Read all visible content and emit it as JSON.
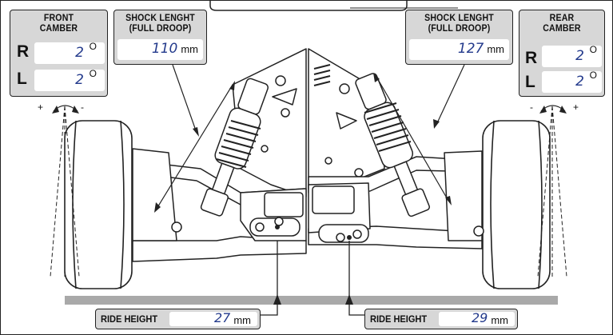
{
  "front": {
    "camber_title_1": "FRONT",
    "camber_title_2": "CAMBER",
    "camber_r": "2",
    "camber_l": "2",
    "shock_title_1": "SHOCK LENGHT",
    "shock_title_2": "(FULL DROOP)",
    "shock_length": "110",
    "ride_height_label": "RIDE HEIGHT",
    "ride_height": "27"
  },
  "rear": {
    "camber_title_1": "REAR",
    "camber_title_2": "CAMBER",
    "camber_r": "2",
    "camber_l": "2",
    "shock_title_1": "SHOCK LENGHT",
    "shock_title_2": "(FULL DROOP)",
    "shock_length": "127",
    "ride_height_label": "RIDE HEIGHT",
    "ride_height": "29"
  },
  "labels": {
    "r": "R",
    "l": "L",
    "plus": "+",
    "minus": "-",
    "degree": "O",
    "unit_mm": "mm"
  },
  "colors": {
    "value_text": "#233a8c",
    "box_fill": "#d7d7d7",
    "ground_bar": "#a9a9a9"
  }
}
